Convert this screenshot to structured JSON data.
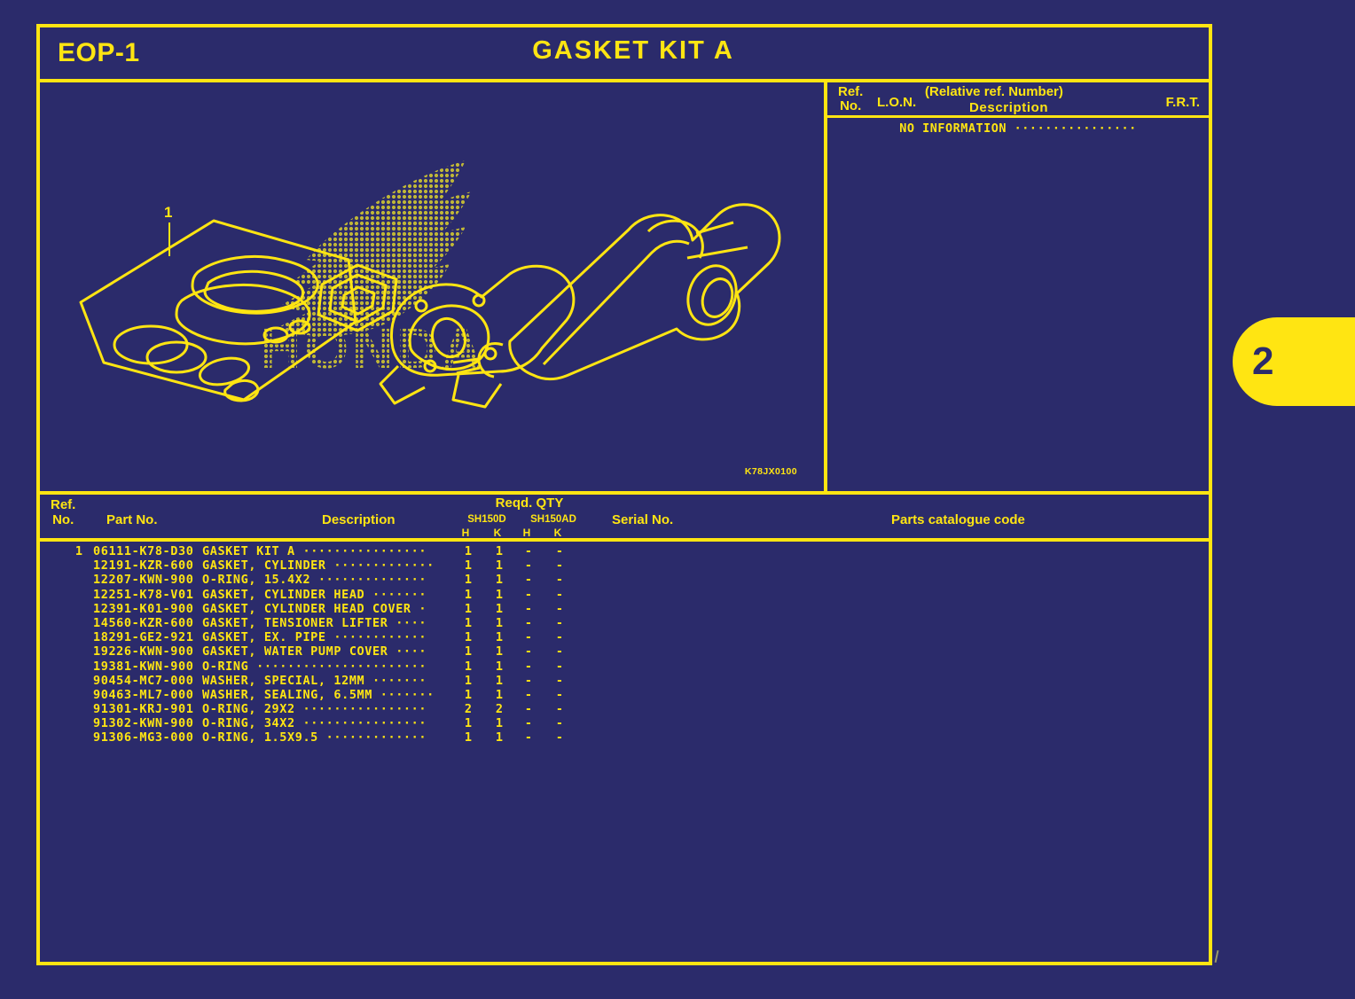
{
  "colors": {
    "background": "#2b2b6b",
    "foreground": "#ffe512",
    "tab_text": "#2b2b6b"
  },
  "header": {
    "section_code": "EOP-1",
    "title": "GASKET KIT A"
  },
  "illustration": {
    "callout_label": "1",
    "diagram_code": "K78JX0100",
    "watermark": "honda-wing-logo"
  },
  "ref_pane": {
    "col_ref_no": "Ref.\nNo.",
    "col_ref_no_line1": "Ref.",
    "col_ref_no_line2": "No.",
    "col_lon": "L.O.N.",
    "col_relative": "(Relative ref. Number)",
    "col_description": "Description",
    "col_frt": "F.R.T.",
    "no_information": "NO INFORMATION ················"
  },
  "table": {
    "headers": {
      "ref_no_line1": "Ref.",
      "ref_no_line2": "No.",
      "part_no": "Part No.",
      "description": "Description",
      "reqd_qty": "Reqd. QTY",
      "model_1": "SH150D",
      "model_2": "SH150AD",
      "sub_1": "H",
      "sub_2": "K",
      "sub_3": "H",
      "sub_4": "K",
      "serial_no": "Serial No.",
      "parts_catalogue_code": "Parts catalogue code"
    },
    "rows": [
      {
        "ref_no": "1",
        "part_no": "06111-K78-D30",
        "description": "GASKET KIT A",
        "dots": " ················",
        "q1": "1",
        "q2": "1",
        "q3": "-",
        "q4": "-"
      },
      {
        "ref_no": "",
        "part_no": "12191-KZR-600",
        "description": "GASKET, CYLINDER",
        "dots": " ·············",
        "q1": "1",
        "q2": "1",
        "q3": "-",
        "q4": "-"
      },
      {
        "ref_no": "",
        "part_no": "12207-KWN-900",
        "description": "O-RING, 15.4X2",
        "dots": " ··············",
        "q1": "1",
        "q2": "1",
        "q3": "-",
        "q4": "-"
      },
      {
        "ref_no": "",
        "part_no": "12251-K78-V01",
        "description": "GASKET, CYLINDER HEAD",
        "dots": " ·······",
        "q1": "1",
        "q2": "1",
        "q3": "-",
        "q4": "-"
      },
      {
        "ref_no": "",
        "part_no": "12391-K01-900",
        "description": "GASKET, CYLINDER HEAD COVER",
        "dots": " ·",
        "q1": "1",
        "q2": "1",
        "q3": "-",
        "q4": "-"
      },
      {
        "ref_no": "",
        "part_no": "14560-KZR-600",
        "description": "GASKET, TENSIONER LIFTER",
        "dots": " ····",
        "q1": "1",
        "q2": "1",
        "q3": "-",
        "q4": "-"
      },
      {
        "ref_no": "",
        "part_no": "18291-GE2-921",
        "description": "GASKET, EX. PIPE",
        "dots": " ············",
        "q1": "1",
        "q2": "1",
        "q3": "-",
        "q4": "-"
      },
      {
        "ref_no": "",
        "part_no": "19226-KWN-900",
        "description": "GASKET, WATER PUMP COVER",
        "dots": " ····",
        "q1": "1",
        "q2": "1",
        "q3": "-",
        "q4": "-"
      },
      {
        "ref_no": "",
        "part_no": "19381-KWN-900",
        "description": "O-RING",
        "dots": " ······················",
        "q1": "1",
        "q2": "1",
        "q3": "-",
        "q4": "-"
      },
      {
        "ref_no": "",
        "part_no": "90454-MC7-000",
        "description": "WASHER, SPECIAL, 12MM",
        "dots": " ·······",
        "q1": "1",
        "q2": "1",
        "q3": "-",
        "q4": "-"
      },
      {
        "ref_no": "",
        "part_no": "90463-ML7-000",
        "description": "WASHER, SEALING, 6.5MM",
        "dots": " ·······",
        "q1": "1",
        "q2": "1",
        "q3": "-",
        "q4": "-"
      },
      {
        "ref_no": "",
        "part_no": "91301-KRJ-901",
        "description": "O-RING, 29X2",
        "dots": " ················",
        "q1": "2",
        "q2": "2",
        "q3": "-",
        "q4": "-"
      },
      {
        "ref_no": "",
        "part_no": "91302-KWN-900",
        "description": "O-RING, 34X2",
        "dots": " ················",
        "q1": "1",
        "q2": "1",
        "q3": "-",
        "q4": "-"
      },
      {
        "ref_no": "",
        "part_no": "91306-MG3-000",
        "description": "O-RING, 1.5X9.5",
        "dots": " ·············",
        "q1": "1",
        "q2": "1",
        "q3": "-",
        "q4": "-"
      }
    ]
  },
  "side_tab": {
    "label": "2"
  }
}
